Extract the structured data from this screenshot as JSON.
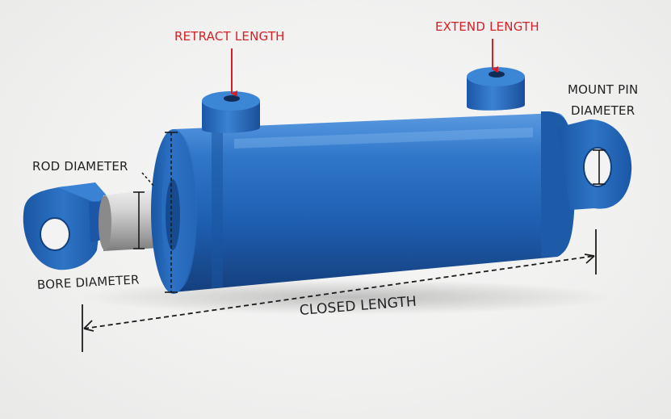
{
  "labels": {
    "retract_length": "RETRACT LENGTH",
    "extend_length": "EXTEND LENGTH",
    "mount_pin_diameter_line1": "MOUNT PIN",
    "mount_pin_diameter_line2": "DIAMETER",
    "rod_diameter": "ROD DIAMETER",
    "bore_diameter": "BORE DIAMETER",
    "closed_length": "CLOSED LENGTH"
  },
  "colors": {
    "cylinder_blue": "#1f64b8",
    "cylinder_dark": "#16498a",
    "cylinder_light": "#4b8fd8",
    "rod_steel": "#c9c9c9",
    "annotation_red": "#d71f26",
    "annotation_dark": "#1c1c1c",
    "background": "#f2f2f1"
  }
}
